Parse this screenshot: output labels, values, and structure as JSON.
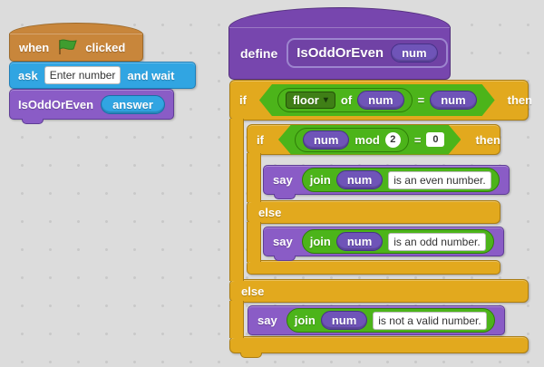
{
  "colors": {
    "background": "#dcdcdc",
    "events_brown": "#c8863b",
    "sensing_blue": "#31a5e2",
    "looks_purple": "#8a5cc6",
    "custom_define_purple": "#7746ae",
    "control_gold": "#e2a91e",
    "operators_green": "#4cb41a",
    "parameter_purple": "#6f54b8"
  },
  "left_stack": {
    "when_clicked": {
      "when": "when",
      "clicked": "clicked"
    },
    "ask": {
      "ask": "ask",
      "question": "Enter number",
      "and_wait": "and  wait"
    },
    "call": {
      "name": "IsOddOrEven",
      "arg": "answer"
    }
  },
  "right_stack": {
    "define_block": {
      "define": "define",
      "name": "IsOddOrEven",
      "param": "num"
    },
    "outer_if": {
      "if": "if",
      "then": "then",
      "else": "else",
      "floor": "floor",
      "dropdown_arrow": "▾",
      "of": "of",
      "arg1": "num",
      "equals": "=",
      "arg2": "num"
    },
    "inner_if": {
      "if": "if",
      "then": "then",
      "else": "else",
      "arg1": "num",
      "mod": "mod",
      "two": "2",
      "equals": "=",
      "zero": "0"
    },
    "say_even": {
      "say": "say",
      "join": "join",
      "num": "num",
      "text": "is an even number."
    },
    "say_odd": {
      "say": "say",
      "join": "join",
      "num": "num",
      "text": "is an odd number."
    },
    "say_invalid": {
      "say": "say",
      "join": "join",
      "num": "num",
      "text": "is not a valid number."
    }
  }
}
